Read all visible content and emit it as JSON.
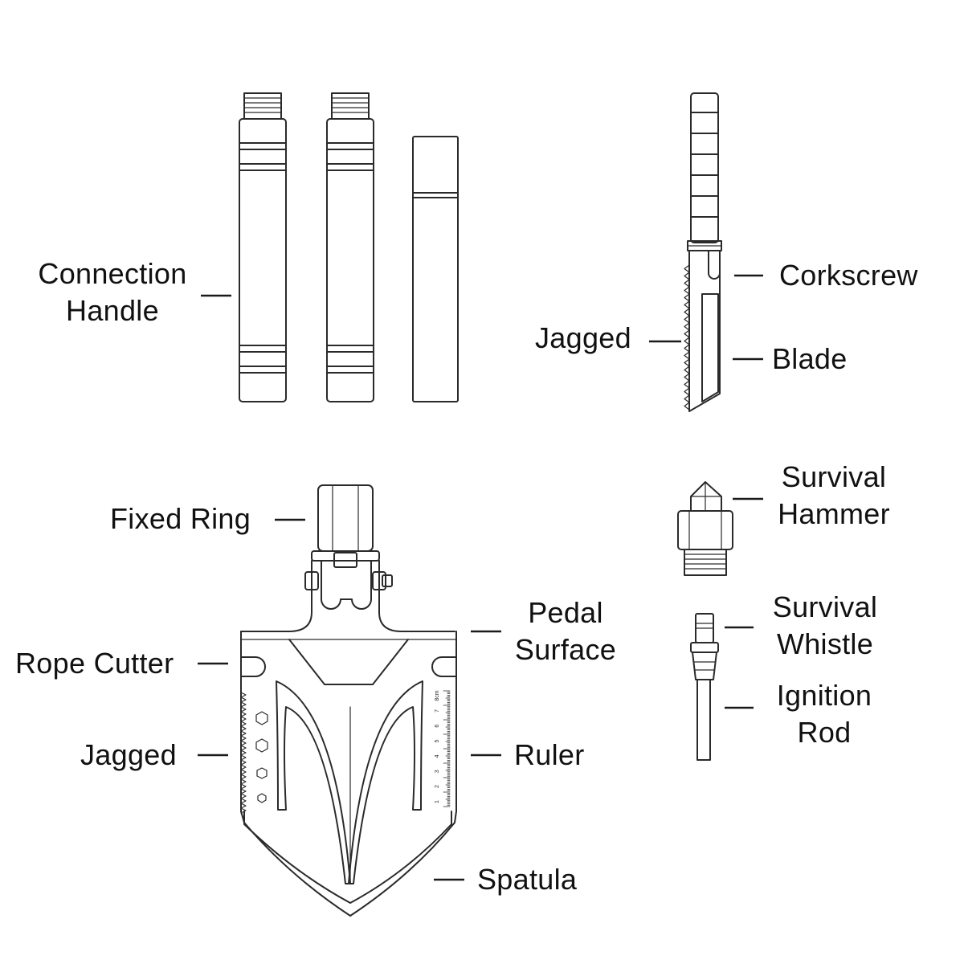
{
  "labels": {
    "connection_handle": [
      "Connection",
      "Handle"
    ],
    "corkscrew": "Corkscrew",
    "jagged_saw": "Jagged",
    "blade": "Blade",
    "fixed_ring": "Fixed Ring",
    "survival_hammer": [
      "Survival",
      "Hammer"
    ],
    "pedal_surface": [
      "Pedal",
      "Surface"
    ],
    "rope_cutter": "Rope Cutter",
    "survival_whistle": [
      "Survival",
      "Whistle"
    ],
    "jagged_shovel": "Jagged",
    "ruler": "Ruler",
    "ignition_rod": [
      "Ignition",
      "Rod"
    ],
    "spatula": "Spatula"
  },
  "ruler_marks": [
    "8cm",
    "7",
    "6",
    "5",
    "4",
    "3",
    "2",
    "1"
  ],
  "colors": {
    "line": "#2a2a2a",
    "text": "#111111",
    "background": "#ffffff"
  }
}
